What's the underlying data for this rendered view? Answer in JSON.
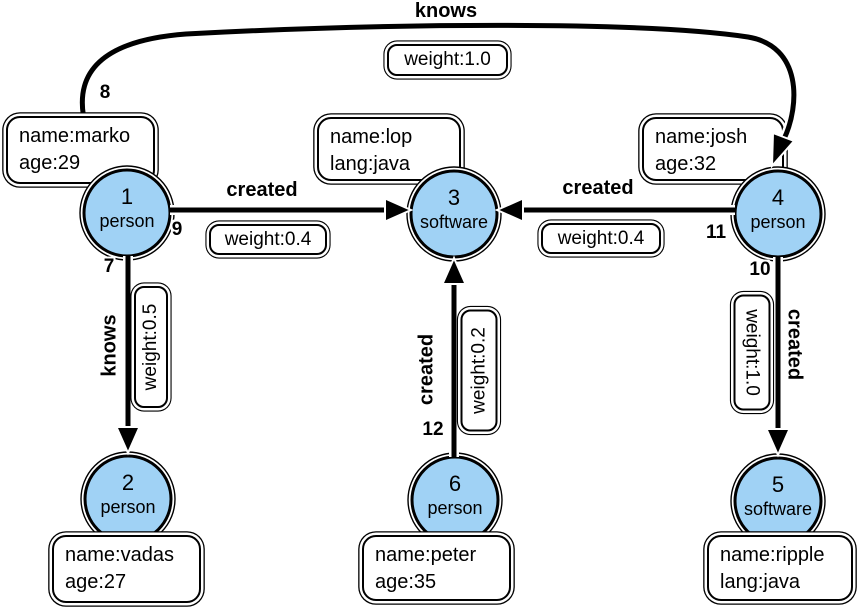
{
  "diagram": {
    "kind": "property-graph",
    "background": "#ffffff"
  },
  "colors": {
    "node_fill": "#A0D2F5",
    "node_stroke": "#000000",
    "edge_color": "#000000",
    "box_fill": "#ffffff"
  },
  "nodes": [
    {
      "id": "1",
      "label": "person",
      "properties": [
        "name:marko",
        "age:29"
      ]
    },
    {
      "id": "2",
      "label": "person",
      "properties": [
        "name:vadas",
        "age:27"
      ]
    },
    {
      "id": "3",
      "label": "software",
      "properties": [
        "name:lop",
        "lang:java"
      ]
    },
    {
      "id": "4",
      "label": "person",
      "properties": [
        "name:josh",
        "age:32"
      ]
    },
    {
      "id": "5",
      "label": "software",
      "properties": [
        "name:ripple",
        "lang:java"
      ]
    },
    {
      "id": "6",
      "label": "person",
      "properties": [
        "name:peter",
        "age:35"
      ]
    }
  ],
  "edges": [
    {
      "id": "8",
      "label": "knows",
      "weight": "weight:1.0",
      "from": "1",
      "to": "4"
    },
    {
      "id": "9",
      "label": "created",
      "weight": "weight:0.4",
      "from": "1",
      "to": "3"
    },
    {
      "id": "11",
      "label": "created",
      "weight": "weight:0.4",
      "from": "4",
      "to": "3"
    },
    {
      "id": "7",
      "label": "knows",
      "weight": "weight:0.5",
      "from": "1",
      "to": "2"
    },
    {
      "id": "12",
      "label": "created",
      "weight": "weight:0.2",
      "from": "6",
      "to": "3"
    },
    {
      "id": "10",
      "label": "created",
      "weight": "weight:1.0",
      "from": "4",
      "to": "5"
    }
  ]
}
